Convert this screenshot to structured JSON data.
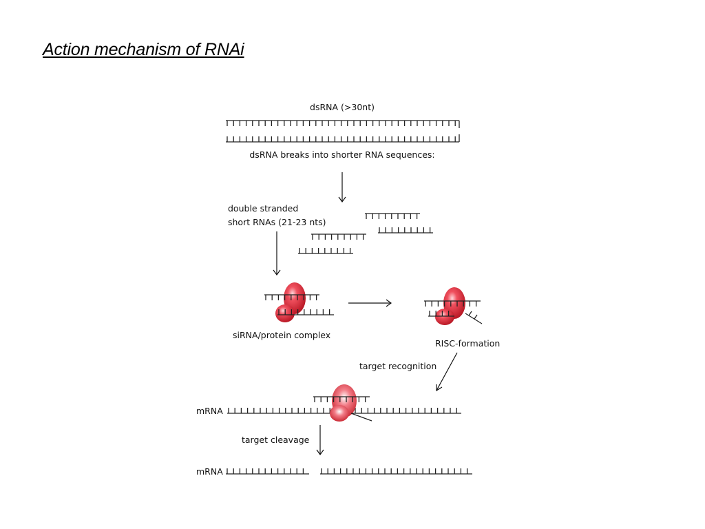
{
  "slide": {
    "title": "Action mechanism of RNAi"
  },
  "diagram": {
    "labels": {
      "dsrna": "dsRNA (>30nt)",
      "breaks": "dsRNA breaks into shorter RNA sequences:",
      "double_stranded_1": "double stranded",
      "double_stranded_2": "short RNAs (21-23 nts)",
      "sirna_complex": "siRNA/protein complex",
      "risc": "RISC-formation",
      "target_recognition": "target recognition",
      "mrna_1": "mRNA",
      "target_cleavage": "target cleavage",
      "mrna_2": "mRNA"
    },
    "colors": {
      "protein_fill": "#e8283a",
      "protein_dark": "#b3121f",
      "protein_highlight": "#ffd6da",
      "line": "#222222"
    }
  }
}
